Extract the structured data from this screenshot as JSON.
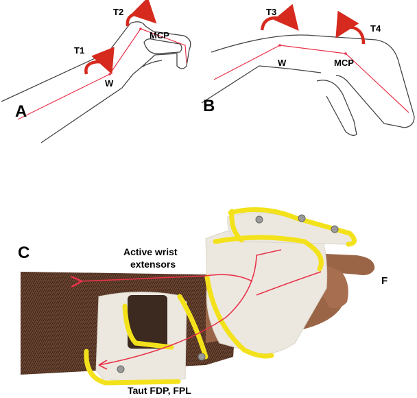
{
  "panel_a": {
    "label": "A",
    "torque_t1": "T1",
    "torque_t2": "T2",
    "joint_mcp": "MCP",
    "joint_w": "W"
  },
  "panel_b": {
    "label": "B",
    "torque_t3": "T3",
    "torque_t4": "T4",
    "joint_w": "W",
    "joint_mcp": "MCP"
  },
  "panel_c": {
    "label": "C",
    "annotation_wrist_line1": "Active wrist",
    "annotation_wrist_line2": "extensors",
    "annotation_tendons": "Taut FDP, FPL",
    "annotation_force": "F"
  },
  "colors": {
    "axis_line": "#e8334a",
    "torque_arrow": "#d62a1e",
    "splint_yellow": "#f3e21b",
    "splint_shell": "#ece8e0",
    "skin": "#8a5a3e"
  }
}
